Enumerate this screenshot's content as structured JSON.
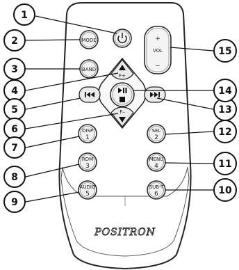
{
  "remote": {
    "brand": "POSITRON",
    "buttons": {
      "mode": {
        "label": "MODE"
      },
      "band": {
        "label": "BAND"
      },
      "power": {
        "icon": "power-icon"
      },
      "volume": {
        "plus": "+",
        "label": "VOL",
        "minus": "−"
      },
      "up": {
        "label": "F+"
      },
      "down": {
        "label": "F–"
      },
      "prev": {
        "icon": "previous-track-icon"
      },
      "next": {
        "icon": "next-track-icon"
      },
      "play_pause": {
        "icon": "play-pause-icon"
      },
      "disp": {
        "label": "DISP",
        "number": "1"
      },
      "rdm": {
        "label": "RDM",
        "number": "3"
      },
      "audio": {
        "label": "AUDIO",
        "number": "5"
      },
      "sel": {
        "label": "SEL",
        "number": "2"
      },
      "menu": {
        "label": "MENU",
        "number": "4"
      },
      "subt": {
        "label": "SUB-T",
        "number": "6"
      }
    }
  },
  "callouts": [
    "1",
    "2",
    "3",
    "4",
    "5",
    "6",
    "7",
    "8",
    "9",
    "10",
    "11",
    "12",
    "13",
    "14",
    "15"
  ]
}
